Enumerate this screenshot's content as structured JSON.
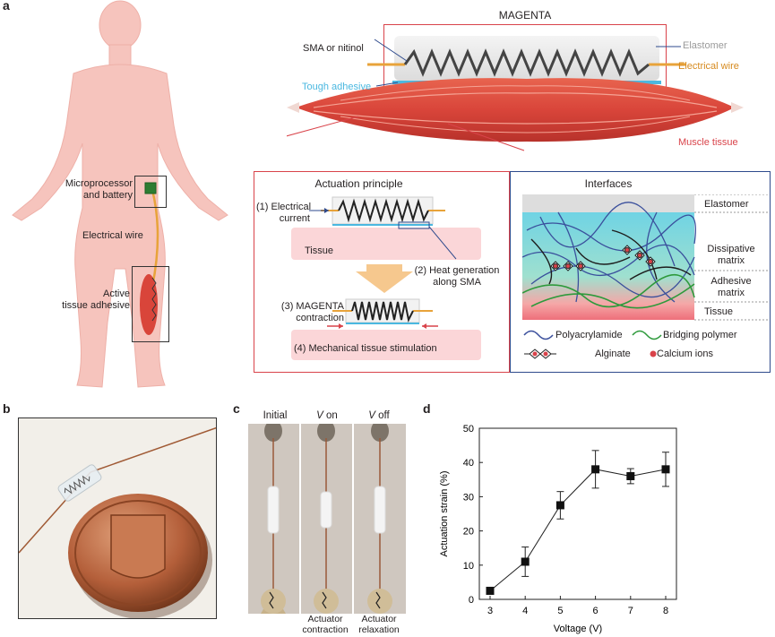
{
  "panel_a": {
    "label": "a",
    "body": {
      "microprocessor": "Microprocessor",
      "battery": "and battery",
      "wire": "Electrical wire",
      "adhesive_1": "Active",
      "adhesive_2": "tissue adhesive"
    },
    "magenta": {
      "title": "MAGENTA",
      "sma": "SMA or nitinol",
      "tough_adhesive": "Tough adhesive",
      "elastomer": "Elastomer",
      "electrical_wire": "Electrical wire",
      "muscle": "Muscle tissue"
    },
    "actuation": {
      "title": "Actuation principle",
      "step1a": "(1) Electrical",
      "step1b": "current",
      "tissue": "Tissue",
      "step2a": "(2) Heat generation",
      "step2b": "along SMA",
      "step3a": "(3) MAGENTA",
      "step3b": "contraction",
      "step4": "(4) Mechanical tissue stimulation"
    },
    "interfaces": {
      "title": "Interfaces",
      "elastomer": "Elastomer",
      "dissipative_1": "Dissipative",
      "dissipative_2": "matrix",
      "adhesive_1": "Adhesive",
      "adhesive_2": "matrix",
      "tissue": "Tissue",
      "legend_polyacrylamide": "Polyacrylamide",
      "legend_bridging": "Bridging polymer",
      "legend_alginate": "Alginate",
      "legend_calcium": "Calcium ions"
    }
  },
  "panel_b": {
    "label": "b"
  },
  "panel_c": {
    "label": "c",
    "initial": "Initial",
    "v_italic": "V",
    "on": " on",
    "off": " off",
    "contraction_1": "Actuator",
    "contraction_2": "contraction",
    "relaxation_1": "Actuator",
    "relaxation_2": "relaxation"
  },
  "panel_d": {
    "label": "d"
  },
  "colors": {
    "frame_red": "#d9434a",
    "frame_blue": "#2e4a8c",
    "muscle": "#d9453a",
    "wire_orange": "#e8a33a",
    "adhesive_blue": "#4bb8e0",
    "tissue_pink": "#fbd6d8",
    "body_pink": "#f6c4bd",
    "copper": "#b45f3a"
  },
  "chart_data": {
    "type": "scatter",
    "title": "",
    "xlabel": "Voltage (V)",
    "ylabel": "Actuation strain (%)",
    "xlim": [
      3,
      8
    ],
    "ylim": [
      0,
      50
    ],
    "xticks": [
      3,
      4,
      5,
      6,
      7,
      8
    ],
    "yticks": [
      0,
      10,
      20,
      30,
      40,
      50
    ],
    "grid": false,
    "series": [
      {
        "x": [
          3,
          4,
          5,
          6,
          7,
          8
        ],
        "y": [
          2.5,
          11,
          27.5,
          38,
          36,
          38
        ],
        "error": [
          0,
          4.3,
          4,
          5.5,
          2.2,
          5
        ],
        "marker": "square",
        "line": true
      }
    ]
  }
}
